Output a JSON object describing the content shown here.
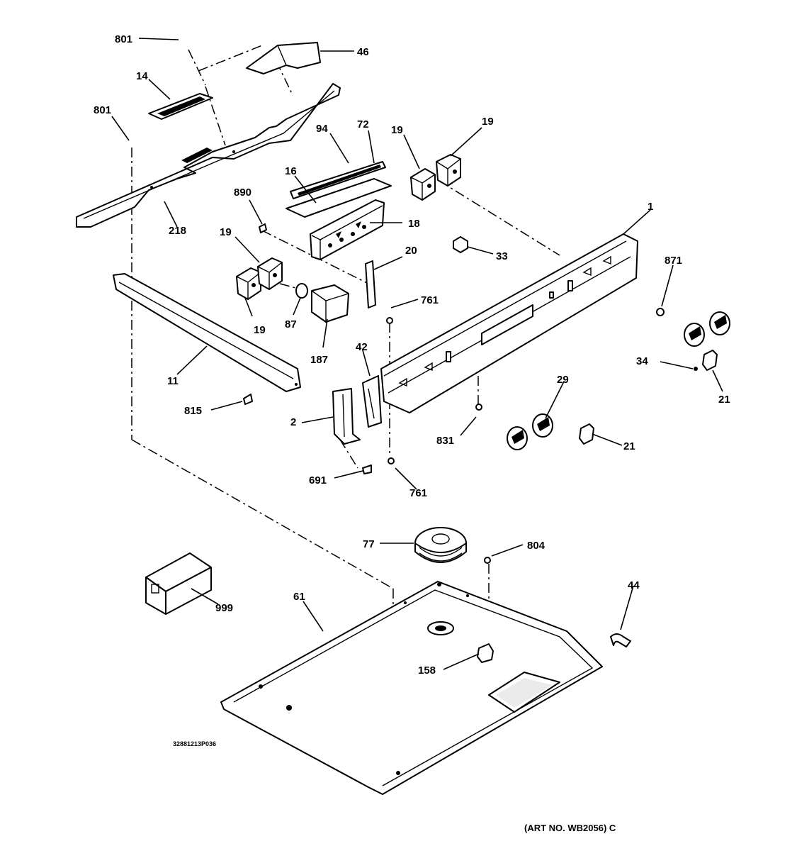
{
  "diagram_code": "32881213P036",
  "art_number": "(ART NO. WB2056) C",
  "callouts": [
    {
      "id": "801a",
      "label": "801"
    },
    {
      "id": "46",
      "label": "46"
    },
    {
      "id": "14",
      "label": "14"
    },
    {
      "id": "801b",
      "label": "801"
    },
    {
      "id": "218",
      "label": "218"
    },
    {
      "id": "94",
      "label": "94"
    },
    {
      "id": "72",
      "label": "72"
    },
    {
      "id": "16",
      "label": "16"
    },
    {
      "id": "18",
      "label": "18"
    },
    {
      "id": "19a",
      "label": "19"
    },
    {
      "id": "19b",
      "label": "19"
    },
    {
      "id": "890",
      "label": "890"
    },
    {
      "id": "19c",
      "label": "19"
    },
    {
      "id": "19d",
      "label": "19"
    },
    {
      "id": "87",
      "label": "87"
    },
    {
      "id": "187",
      "label": "187"
    },
    {
      "id": "20",
      "label": "20"
    },
    {
      "id": "33",
      "label": "33"
    },
    {
      "id": "1",
      "label": "1"
    },
    {
      "id": "871",
      "label": "871"
    },
    {
      "id": "761a",
      "label": "761"
    },
    {
      "id": "42",
      "label": "42"
    },
    {
      "id": "34",
      "label": "34"
    },
    {
      "id": "21a",
      "label": "21"
    },
    {
      "id": "11",
      "label": "11"
    },
    {
      "id": "815",
      "label": "815"
    },
    {
      "id": "2",
      "label": "2"
    },
    {
      "id": "29",
      "label": "29"
    },
    {
      "id": "831",
      "label": "831"
    },
    {
      "id": "21b",
      "label": "21"
    },
    {
      "id": "691",
      "label": "691"
    },
    {
      "id": "761b",
      "label": "761"
    },
    {
      "id": "77",
      "label": "77"
    },
    {
      "id": "804",
      "label": "804"
    },
    {
      "id": "999",
      "label": "999"
    },
    {
      "id": "61",
      "label": "61"
    },
    {
      "id": "44",
      "label": "44"
    },
    {
      "id": "158",
      "label": "158"
    }
  ]
}
